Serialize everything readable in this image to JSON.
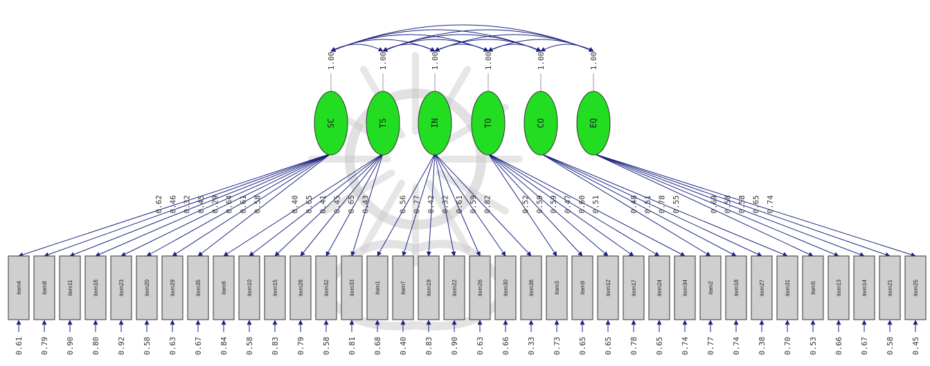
{
  "colors": {
    "edge": "#1a237e",
    "latent_fill": "#22dd22",
    "item_fill": "#cfcfcf",
    "watermark": "#c8c8c8"
  },
  "factors": [
    {
      "name": "SC",
      "variance": "1.00"
    },
    {
      "name": "TS",
      "variance": "1.00"
    },
    {
      "name": "IN",
      "variance": "1.00"
    },
    {
      "name": "TO",
      "variance": "1.00"
    },
    {
      "name": "CO",
      "variance": "1.00"
    },
    {
      "name": "EQ",
      "variance": "1.00"
    }
  ],
  "items": [
    {
      "name": "item4",
      "factor": 0,
      "loading": "0.62",
      "error": "0.61"
    },
    {
      "name": "item8",
      "factor": 0,
      "loading": "0.46",
      "error": "0.79"
    },
    {
      "name": "item11",
      "factor": 0,
      "loading": "0.32",
      "error": "0.90"
    },
    {
      "name": "item16",
      "factor": 0,
      "loading": "0.45",
      "error": "0.80"
    },
    {
      "name": "item23",
      "factor": 0,
      "loading": "0.29",
      "error": "0.92"
    },
    {
      "name": "item20",
      "factor": 0,
      "loading": "0.64",
      "error": "0.58"
    },
    {
      "name": "item29",
      "factor": 0,
      "loading": "0.61",
      "error": "0.63"
    },
    {
      "name": "item35",
      "factor": 0,
      "loading": "0.58",
      "error": "0.67"
    },
    {
      "name": "item6",
      "factor": 1,
      "loading": "0.40",
      "error": "0.84"
    },
    {
      "name": "item10",
      "factor": 1,
      "loading": "0.65",
      "error": "0.58"
    },
    {
      "name": "item15",
      "factor": 1,
      "loading": "0.41",
      "error": "0.83"
    },
    {
      "name": "item28",
      "factor": 1,
      "loading": "0.45",
      "error": "0.79"
    },
    {
      "name": "item32",
      "factor": 1,
      "loading": "0.65",
      "error": "0.58"
    },
    {
      "name": "item33",
      "factor": 1,
      "loading": "0.43",
      "error": "0.81"
    },
    {
      "name": "item1",
      "factor": 2,
      "loading": "0.56",
      "error": "0.68"
    },
    {
      "name": "item7",
      "factor": 2,
      "loading": "0.77",
      "error": "0.40"
    },
    {
      "name": "item19",
      "factor": 2,
      "loading": "0.42",
      "error": "0.83"
    },
    {
      "name": "item22",
      "factor": 2,
      "loading": "0.32",
      "error": "0.90"
    },
    {
      "name": "item26",
      "factor": 2,
      "loading": "0.61",
      "error": "0.63"
    },
    {
      "name": "item30",
      "factor": 2,
      "loading": "0.59",
      "error": "0.66"
    },
    {
      "name": "item36",
      "factor": 2,
      "loading": "0.82",
      "error": "0.33"
    },
    {
      "name": "item3",
      "factor": 3,
      "loading": "0.52",
      "error": "0.73"
    },
    {
      "name": "item9",
      "factor": 3,
      "loading": "0.59",
      "error": "0.65"
    },
    {
      "name": "item12",
      "factor": 3,
      "loading": "0.59",
      "error": "0.65"
    },
    {
      "name": "item17",
      "factor": 3,
      "loading": "0.47",
      "error": "0.78"
    },
    {
      "name": "item24",
      "factor": 3,
      "loading": "0.60",
      "error": "0.65"
    },
    {
      "name": "item34",
      "factor": 3,
      "loading": "0.51",
      "error": "0.74"
    },
    {
      "name": "item2",
      "factor": 4,
      "loading": "0.48",
      "error": "0.77"
    },
    {
      "name": "item18",
      "factor": 4,
      "loading": "0.51",
      "error": "0.74"
    },
    {
      "name": "item27",
      "factor": 4,
      "loading": "0.78",
      "error": "0.38"
    },
    {
      "name": "item31",
      "factor": 4,
      "loading": "0.55",
      "error": "0.70"
    },
    {
      "name": "item5",
      "factor": 5,
      "loading": "0.69",
      "error": "0.53"
    },
    {
      "name": "item13",
      "factor": 5,
      "loading": "0.58",
      "error": "0.66"
    },
    {
      "name": "item14",
      "factor": 5,
      "loading": "0.58",
      "error": "0.67"
    },
    {
      "name": "item21",
      "factor": 5,
      "loading": "0.65",
      "error": "0.58"
    },
    {
      "name": "item25",
      "factor": 5,
      "loading": "0.74",
      "error": "0.45"
    }
  ]
}
